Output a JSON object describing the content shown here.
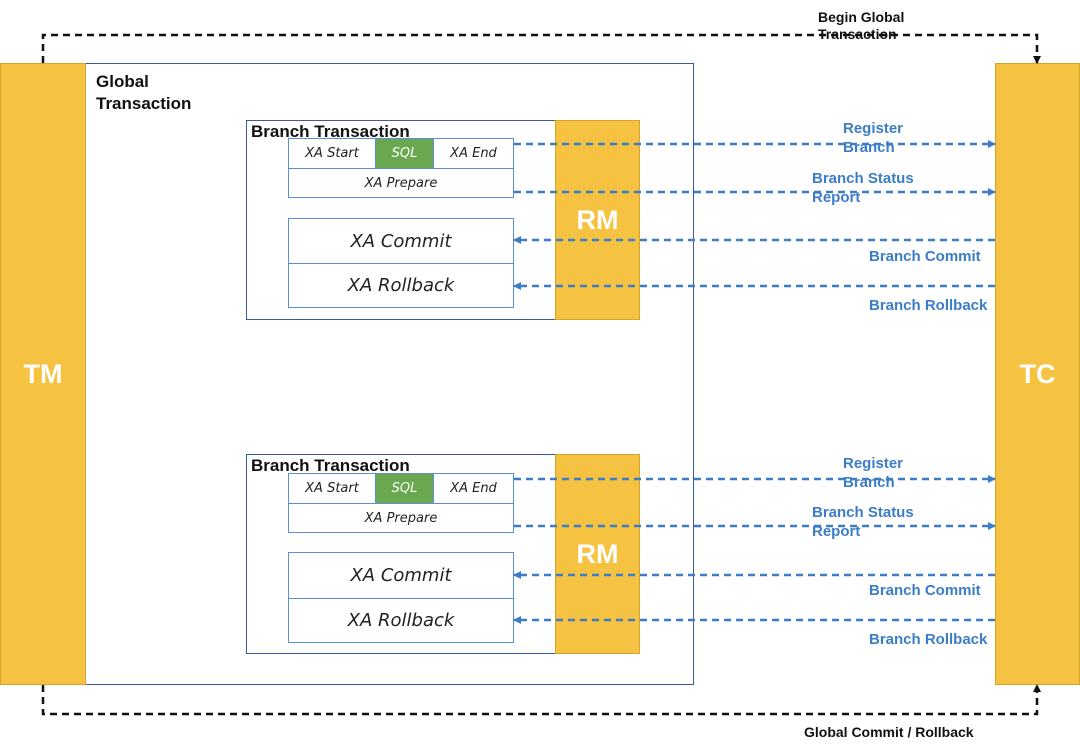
{
  "tm": {
    "label": "TM"
  },
  "tc": {
    "label": "TC"
  },
  "global_transaction": {
    "line1": "Global",
    "line2": "Transaction"
  },
  "begin_global": {
    "line1": "Begin Global",
    "line2": "Transaction"
  },
  "global_end": {
    "label": "Global Commit / Rollback"
  },
  "branches": [
    {
      "title": "Branch Transaction",
      "xa_start": "XA Start",
      "sql": "SQL",
      "xa_end": "XA End",
      "xa_prepare": "XA Prepare",
      "xa_commit": "XA Commit",
      "xa_rollback": "XA Rollback",
      "rm": "RM",
      "register_1": "Register",
      "register_2": "Branch",
      "status_1": "Branch Status",
      "status_2": "Report",
      "commit": "Branch Commit",
      "rollback": "Branch Rollback"
    },
    {
      "title": "Branch Transaction",
      "xa_start": "XA Start",
      "sql": "SQL",
      "xa_end": "XA End",
      "xa_prepare": "XA Prepare",
      "xa_commit": "XA Commit",
      "xa_rollback": "XA Rollback",
      "rm": "RM",
      "register_1": "Register",
      "register_2": "Branch",
      "status_1": "Branch Status",
      "status_2": "Report",
      "commit": "Branch Commit",
      "rollback": "Branch Rollback"
    }
  ],
  "colors": {
    "bar": "#f5c242",
    "sql": "#6aa84f",
    "flow": "#3c7dc8",
    "frame": "#3a5a9c"
  }
}
